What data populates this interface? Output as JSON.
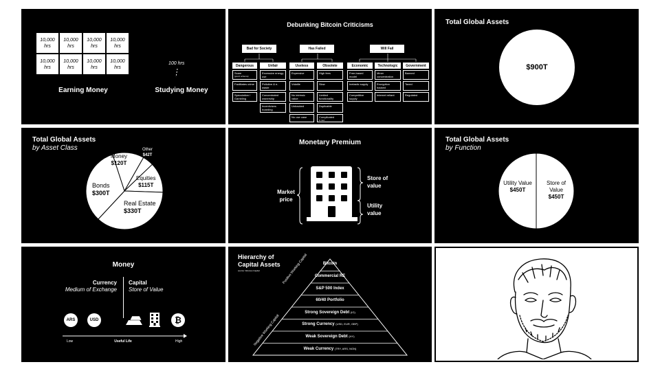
{
  "panel1": {
    "hours": [
      "10,000\nhrs",
      "10,000\nhrs",
      "10,000\nhrs",
      "10,000\nhrs",
      "10,000\nhrs",
      "10,000\nhrs",
      "10,000\nhrs",
      "10,000\nhrs"
    ],
    "study_hours": "100 hrs",
    "earning": "Earning Money",
    "studying": "Studying Money"
  },
  "panel2": {
    "title": "Debunking Bitcoin Criticisms",
    "groups": [
      {
        "label": "Bad for Society",
        "cols": [
          {
            "label": "Dangerous",
            "cells": [
              {
                "t": "Scam",
                "s": "(ponzi scheme)"
              },
              {
                "t": "Facilitates crime",
                "s": ""
              },
              {
                "t": "Speculation / Gambling",
                "s": ""
              }
            ]
          },
          {
            "label": "Unfair",
            "cells": [
              {
                "t": "Excessive energy use",
                "s": ""
              },
              {
                "t": "Pollutive & e-waste",
                "s": ""
              },
              {
                "t": "Concentrated ownership",
                "s": ""
              },
              {
                "t": "Incentivizes hoarding",
                "s": ""
              }
            ]
          }
        ]
      },
      {
        "label": "Has Failed",
        "cols": [
          {
            "label": "Useless",
            "cells": [
              {
                "t": "Expensive",
                "s": ""
              },
              {
                "t": "Volatile",
                "s": ""
              },
              {
                "t": "No intrinsic value",
                "s": ""
              },
              {
                "t": "Unbacked",
                "s": ""
              },
              {
                "t": "No use case",
                "s": ""
              }
            ]
          },
          {
            "label": "Obsolete",
            "cells": [
              {
                "t": "High fees",
                "s": ""
              },
              {
                "t": "Slow",
                "s": ""
              },
              {
                "t": "Limited functionality",
                "s": ""
              },
              {
                "t": "Duplicable",
                "s": ""
              },
              {
                "t": "Complicated",
                "s": "& new"
              }
            ]
          }
        ]
      },
      {
        "label": "Will Fail",
        "cols": [
          {
            "label": "Economic",
            "cells": [
              {
                "t": "Free-based model",
                "s": ""
              },
              {
                "t": "Inelastic supply",
                "s": ""
              },
              {
                "t": "Competitive supply",
                "s": ""
              }
            ]
          },
          {
            "label": "Technologic",
            "cells": [
              {
                "t": "Miner concentration",
                "s": ""
              },
              {
                "t": "Encryption hacked",
                "s": ""
              },
              {
                "t": "Internet reliant",
                "s": ""
              }
            ]
          },
          {
            "label": "Government",
            "cells": [
              {
                "t": "Banned",
                "s": ""
              },
              {
                "t": "Taxed",
                "s": ""
              },
              {
                "t": "Regulated",
                "s": ""
              }
            ]
          }
        ]
      }
    ]
  },
  "panel3": {
    "title": "Total Global Assets",
    "value": "$900T"
  },
  "panel4": {
    "title": "Total Global Assets",
    "subtitle": "by Asset Class",
    "chart_data": {
      "type": "pie",
      "slices": [
        {
          "name": "Money",
          "value": 120,
          "label": "$120T"
        },
        {
          "name": "Other",
          "value": 42,
          "label": "$42T"
        },
        {
          "name": "Equities",
          "value": 115,
          "label": "$115T"
        },
        {
          "name": "Real Estate",
          "value": 330,
          "label": "$330T"
        },
        {
          "name": "Bonds",
          "value": 300,
          "label": "$300T"
        }
      ]
    }
  },
  "panel5": {
    "title": "Monetary Premium",
    "market": "Market\nprice",
    "store": "Store of\nvalue",
    "utility": "Utility\nvalue"
  },
  "panel6": {
    "title": "Total Global Assets",
    "subtitle": "by Function",
    "chart_data": {
      "type": "pie",
      "slices": [
        {
          "name": "Utility Value",
          "value": 450,
          "label": "$450T"
        },
        {
          "name": "Store of Value",
          "value": 450,
          "label": "$450T"
        }
      ]
    }
  },
  "panel7": {
    "title": "Money",
    "currency": "Currency",
    "medium": "Medium of Exchange",
    "capital": "Capital",
    "store": "Store of Value",
    "ars": "ARS",
    "usd": "USD",
    "low": "Low",
    "useful": "Useful Life",
    "high": "High"
  },
  "panel8": {
    "title": "Hierarchy of\nCapital Assets",
    "source": "source: Wences Capital",
    "positive": "Positive Working Capital",
    "negative": "Negative Working Capital",
    "tiers": [
      {
        "t": "Bitcoin",
        "s": ""
      },
      {
        "t": "Commercial RE",
        "s": ""
      },
      {
        "t": "S&P 500 Index",
        "s": ""
      },
      {
        "t": "60/40 Portfolio",
        "s": ""
      },
      {
        "t": "Strong Sovereign Debt",
        "s": "(IG)"
      },
      {
        "t": "Strong Currency",
        "s": "(USD, EUR, GBP)"
      },
      {
        "t": "Weak Sovereign Debt",
        "s": "(HY)"
      },
      {
        "t": "Weak Currency",
        "s": "(TRY, ARS, NGN)"
      }
    ]
  },
  "colors": {
    "panel_bg": "#000000",
    "fg": "#ffffff"
  }
}
